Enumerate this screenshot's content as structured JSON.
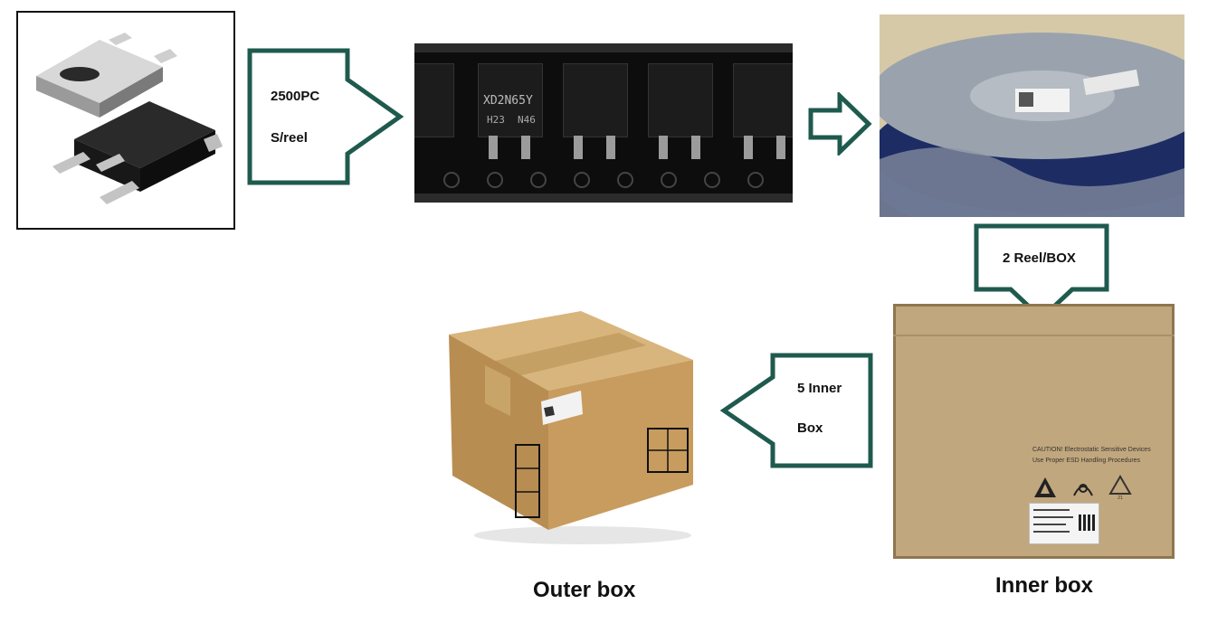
{
  "steps": {
    "step1_label_line1": "2500PC",
    "step1_label_line2": "S/reel",
    "step2_label": "2 Reel/BOX",
    "step3_label_line1": "5 Inner",
    "step3_label_line2": "Box"
  },
  "captions": {
    "outer_box": "Outer box",
    "inner_box": "Inner box"
  },
  "chip_marking": {
    "part_number": "XD2N65Y",
    "code_left": "H23",
    "code_right": "N46"
  },
  "inner_box_label": {
    "caution_line1": "CAUTION! Electrostatic Sensitive Devices",
    "caution_line2": "Use Proper ESD Handling Procedures"
  },
  "colors": {
    "arrow_stroke": "#1f5a4e",
    "cardboard": "#c9a46a",
    "tape_black": "#111111"
  }
}
